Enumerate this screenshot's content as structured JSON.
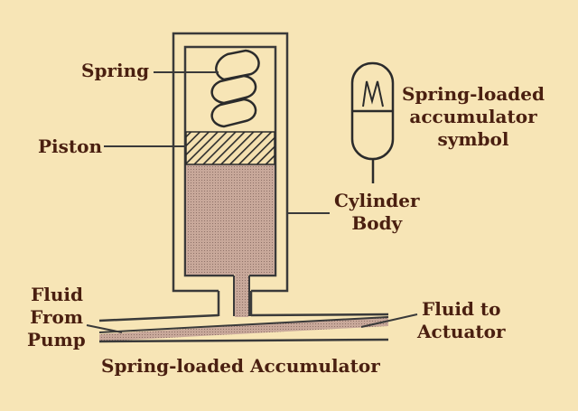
{
  "labels": {
    "spring": "Spring",
    "piston": "Piston",
    "cylinder_body": [
      "Cylinder",
      "Body"
    ],
    "fluid_from_pump": [
      "Fluid",
      "From",
      "Pump"
    ],
    "fluid_to_actuator": [
      "Fluid to",
      "Actuator"
    ],
    "symbol_caption": [
      "Spring-loaded",
      "accumulator",
      "symbol"
    ]
  },
  "caption": "Spring-loaded Accumulator",
  "colors": {
    "background": "#f7e5b6",
    "outline": "#3a3a3a",
    "fluid": "#c8a89a",
    "text": "#4a1f10"
  }
}
